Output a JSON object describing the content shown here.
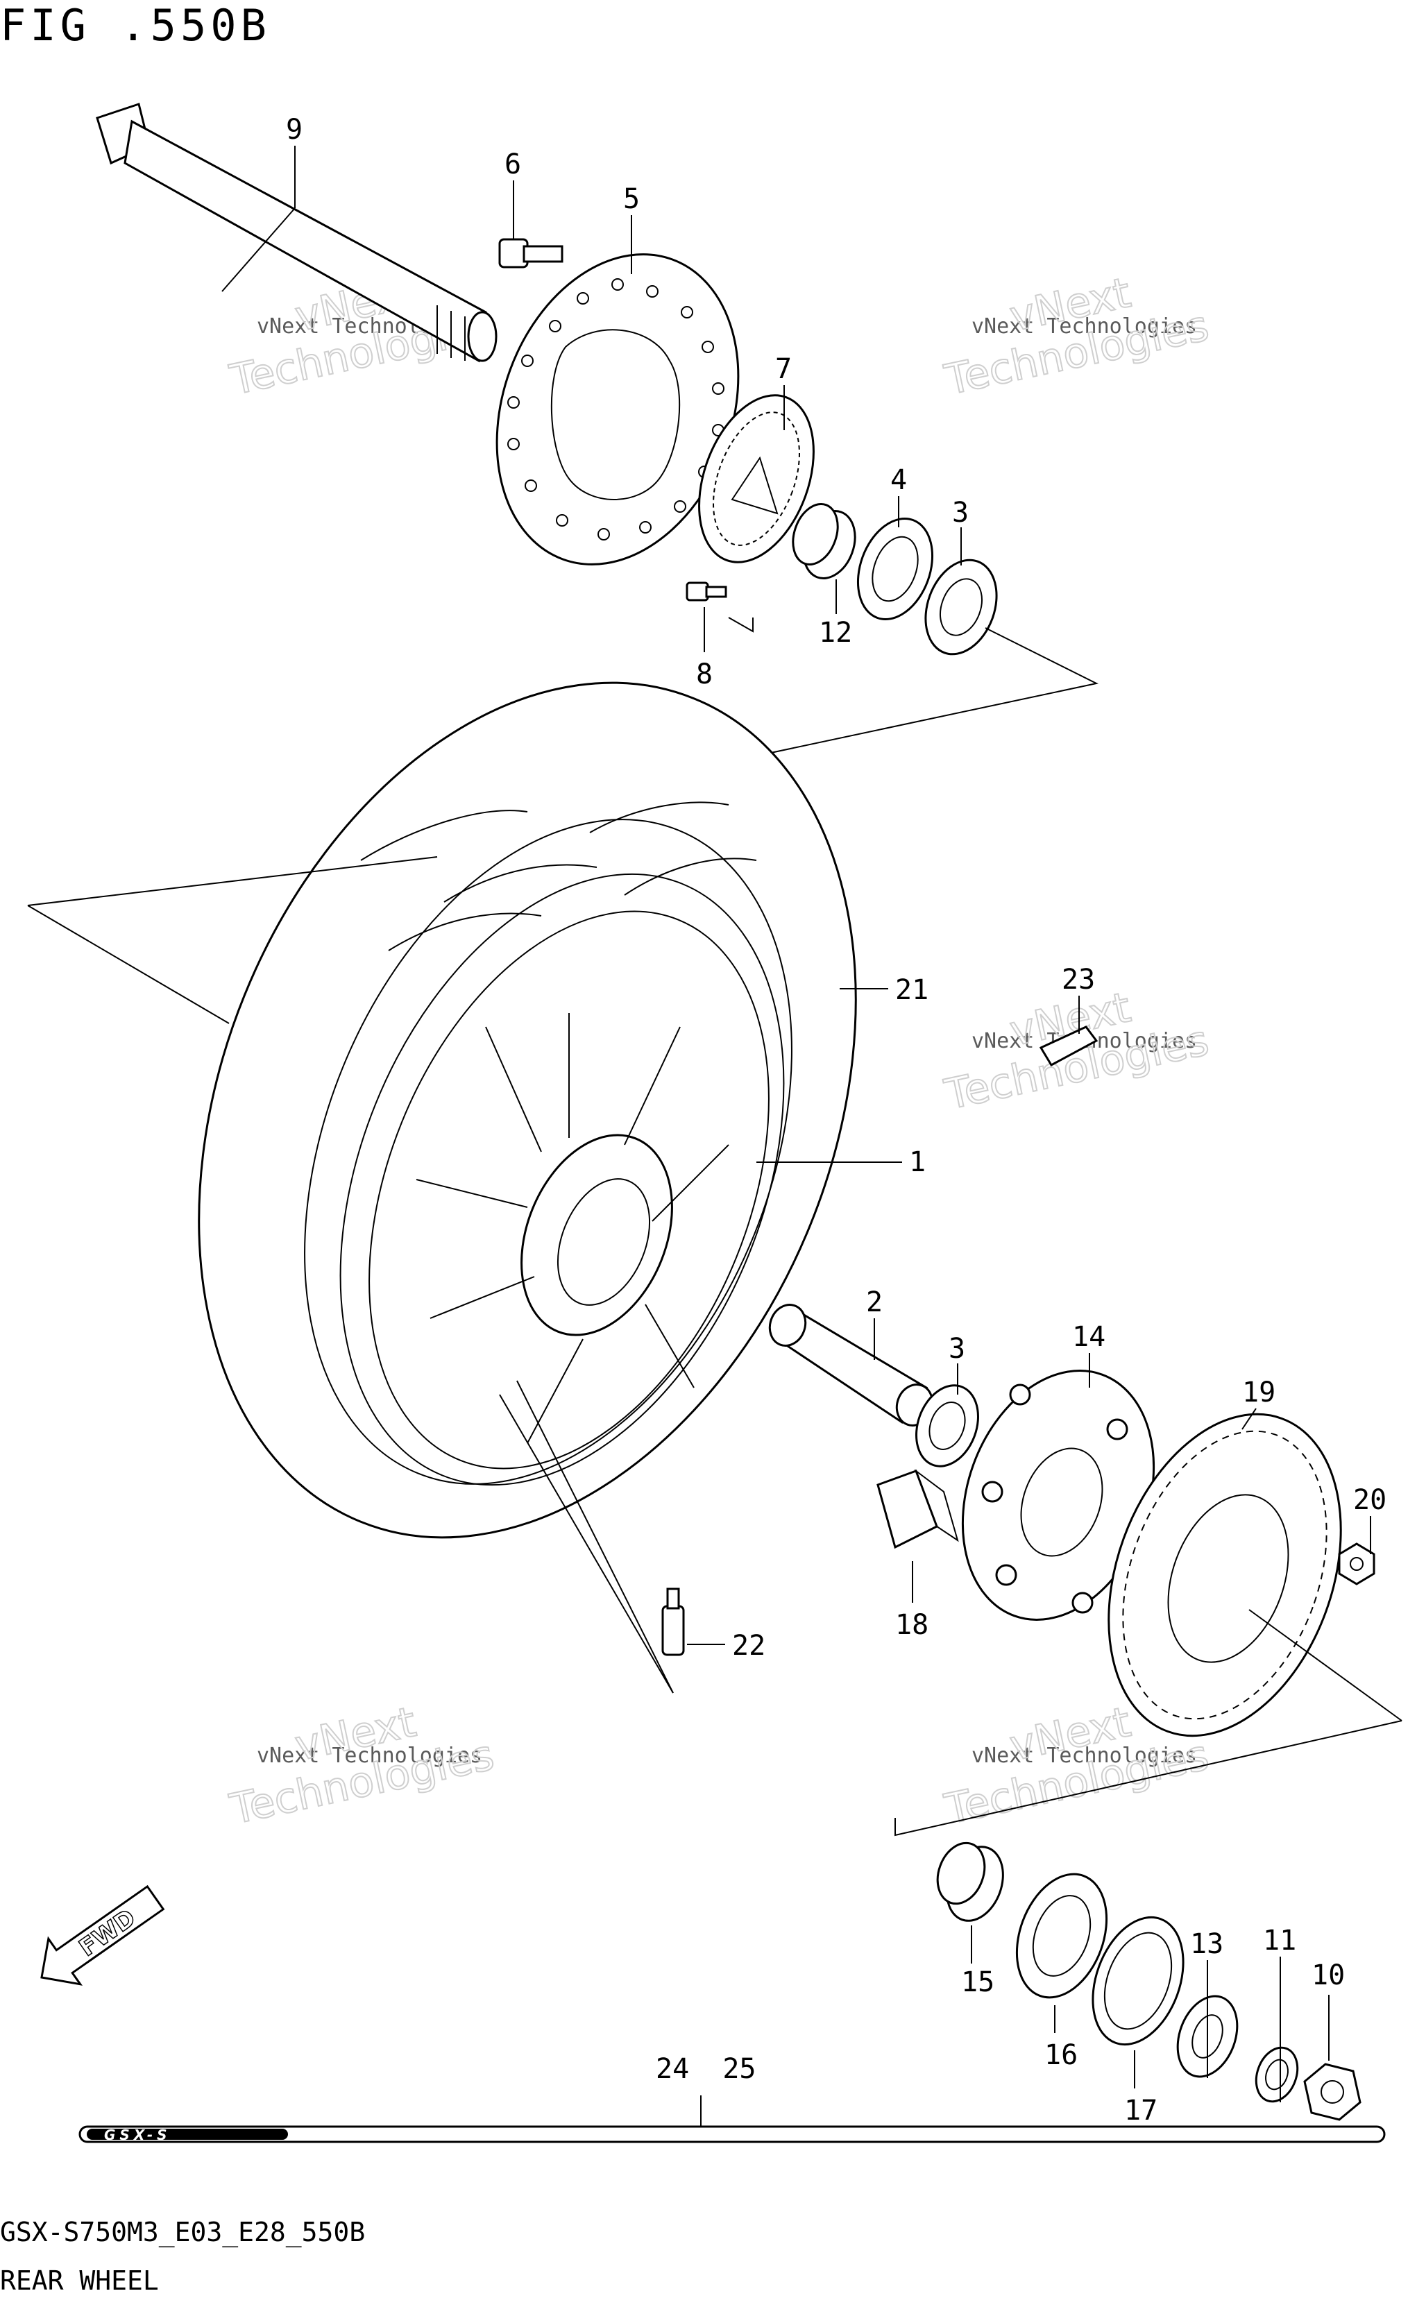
{
  "figure_title": "FIG .550B",
  "footer": {
    "model_code": "GSX-S750M3_E03_E28_550B",
    "section_name": "REAR WHEEL"
  },
  "badge": {
    "fwd_label": "FWD",
    "bar_logo": "GSX-S"
  },
  "watermark": {
    "line1": "vNext Technologies",
    "line2": "Technologies",
    "line3": "vNext"
  },
  "callouts": {
    "c1": "1",
    "c2": "2",
    "c3a": "3",
    "c3b": "3",
    "c4": "4",
    "c5": "5",
    "c6": "6",
    "c7": "7",
    "c8": "8",
    "c9": "9",
    "c10": "10",
    "c11": "11",
    "c12": "12",
    "c13": "13",
    "c14": "14",
    "c15": "15",
    "c16": "16",
    "c17": "17",
    "c18": "18",
    "c19": "19",
    "c20": "20",
    "c21": "21",
    "c22": "22",
    "c23": "23",
    "c2425": "24  25"
  }
}
